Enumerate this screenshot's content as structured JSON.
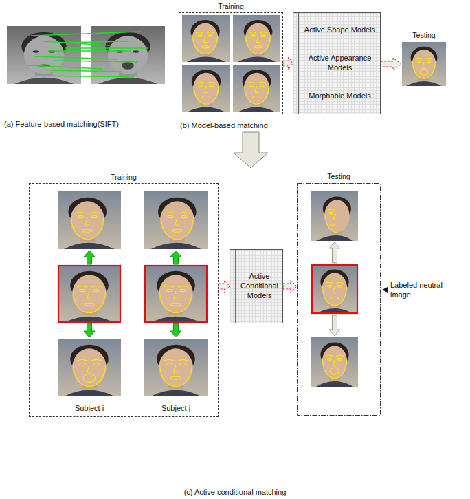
{
  "diagram": {
    "nodes": [
      {
        "text": [
          "Training"
        ]
      },
      {
        "text": [
          "Active Shape Models",
          "Active Appearance Models",
          "Morphable Models"
        ]
      },
      {
        "text": [
          "Testing"
        ]
      },
      {
        "text": [
          "Training"
        ]
      },
      {
        "text": [
          "Active Conditional Models"
        ]
      },
      {
        "text": [
          "Testing"
        ]
      }
    ],
    "edges": [
      {
        "from": 0,
        "to": 1,
        "arrow": "to"
      },
      {
        "from": 1,
        "to": 2,
        "arrow": "to"
      },
      {
        "from": 3,
        "to": 4,
        "arrow": "to"
      },
      {
        "from": 4,
        "to": 5,
        "arrow": "to"
      }
    ],
    "labels": [
      "(a) Feature-based matching(SIFT)",
      "(b) Model-based matching",
      "(c) Active conditional matching",
      "Subject i",
      "Subject j",
      "Labeled neutral image"
    ]
  }
}
